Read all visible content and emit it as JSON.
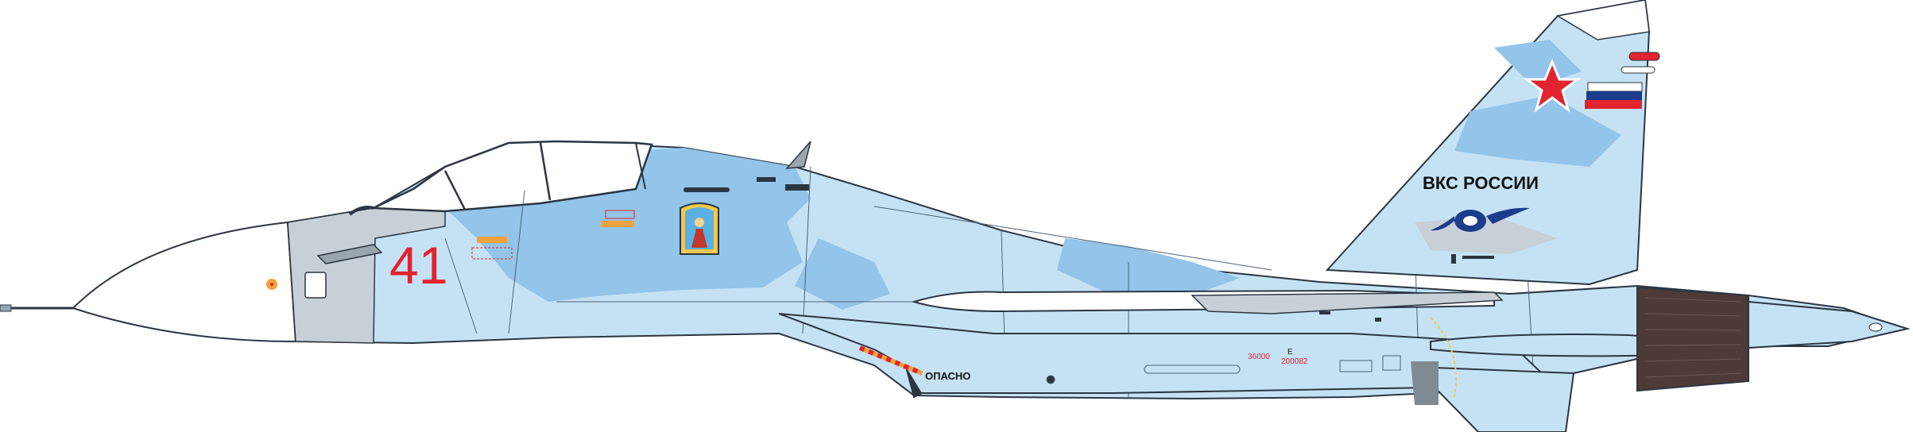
{
  "aircraft": {
    "tail_text": "ВКС РОССИИ",
    "side_number": "41",
    "warning_text": "ОПАСНО",
    "stencil_1": "36000",
    "stencil_2": "Е",
    "stencil_3": "200082"
  },
  "colors": {
    "light_blue": "#c5e2f5",
    "mid_blue": "#93c4ea",
    "grey": "#c7d0d6",
    "exhaust": "#4e3a36",
    "red": "#e3232d",
    "navy": "#1c3d8b",
    "outline": "#2b3642"
  }
}
